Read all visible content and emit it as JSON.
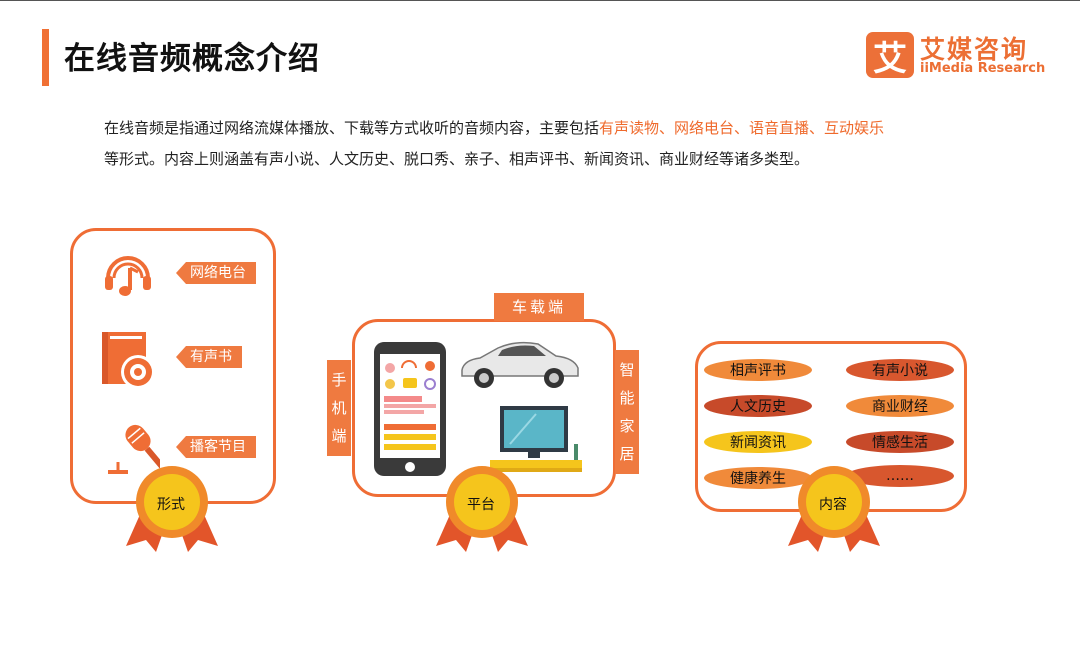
{
  "header": {
    "title": "在线音频概念介绍",
    "logo_mark": "艾",
    "logo_cn": "艾媒咨询",
    "logo_en": "iiMedia Research"
  },
  "intro": {
    "part1": "在线音频是指通过网络流媒体播放、下载等方式收听的音频内容，主要包括",
    "highlight": "有声读物、网络电台、语音直播、互动娱乐",
    "part2": "等形式。内容上则涵盖有声小说、人文历史、脱口秀、亲子、相声评书、新闻资讯、商业财经等诸多类型。"
  },
  "form_panel": {
    "items": [
      {
        "label": "网络电台",
        "icon": "headphones-music-icon"
      },
      {
        "label": "有声书",
        "icon": "book-disc-icon"
      },
      {
        "label": "播客节目",
        "icon": "microphone-icon"
      }
    ],
    "medal": "形式"
  },
  "platform_panel": {
    "top_label": "车载端",
    "left_label": [
      "手",
      "机",
      "端"
    ],
    "right_label": [
      "智",
      "能",
      "家",
      "居"
    ],
    "medal": "平台"
  },
  "content_panel": {
    "items": [
      {
        "label": "相声评书",
        "style": "orange"
      },
      {
        "label": "有声小说",
        "style": "red"
      },
      {
        "label": "人文历史",
        "style": "dark"
      },
      {
        "label": "商业财经",
        "style": "orange"
      },
      {
        "label": "新闻资讯",
        "style": "yellow"
      },
      {
        "label": "情感生活",
        "style": "dark"
      },
      {
        "label": "健康养生",
        "style": "orange"
      },
      {
        "label": "……",
        "style": "red"
      }
    ],
    "medal": "内容"
  },
  "colors": {
    "accent": "#ef6d35",
    "medal_gold": "#f5b51c",
    "medal_ribbon": "#e2552a"
  }
}
